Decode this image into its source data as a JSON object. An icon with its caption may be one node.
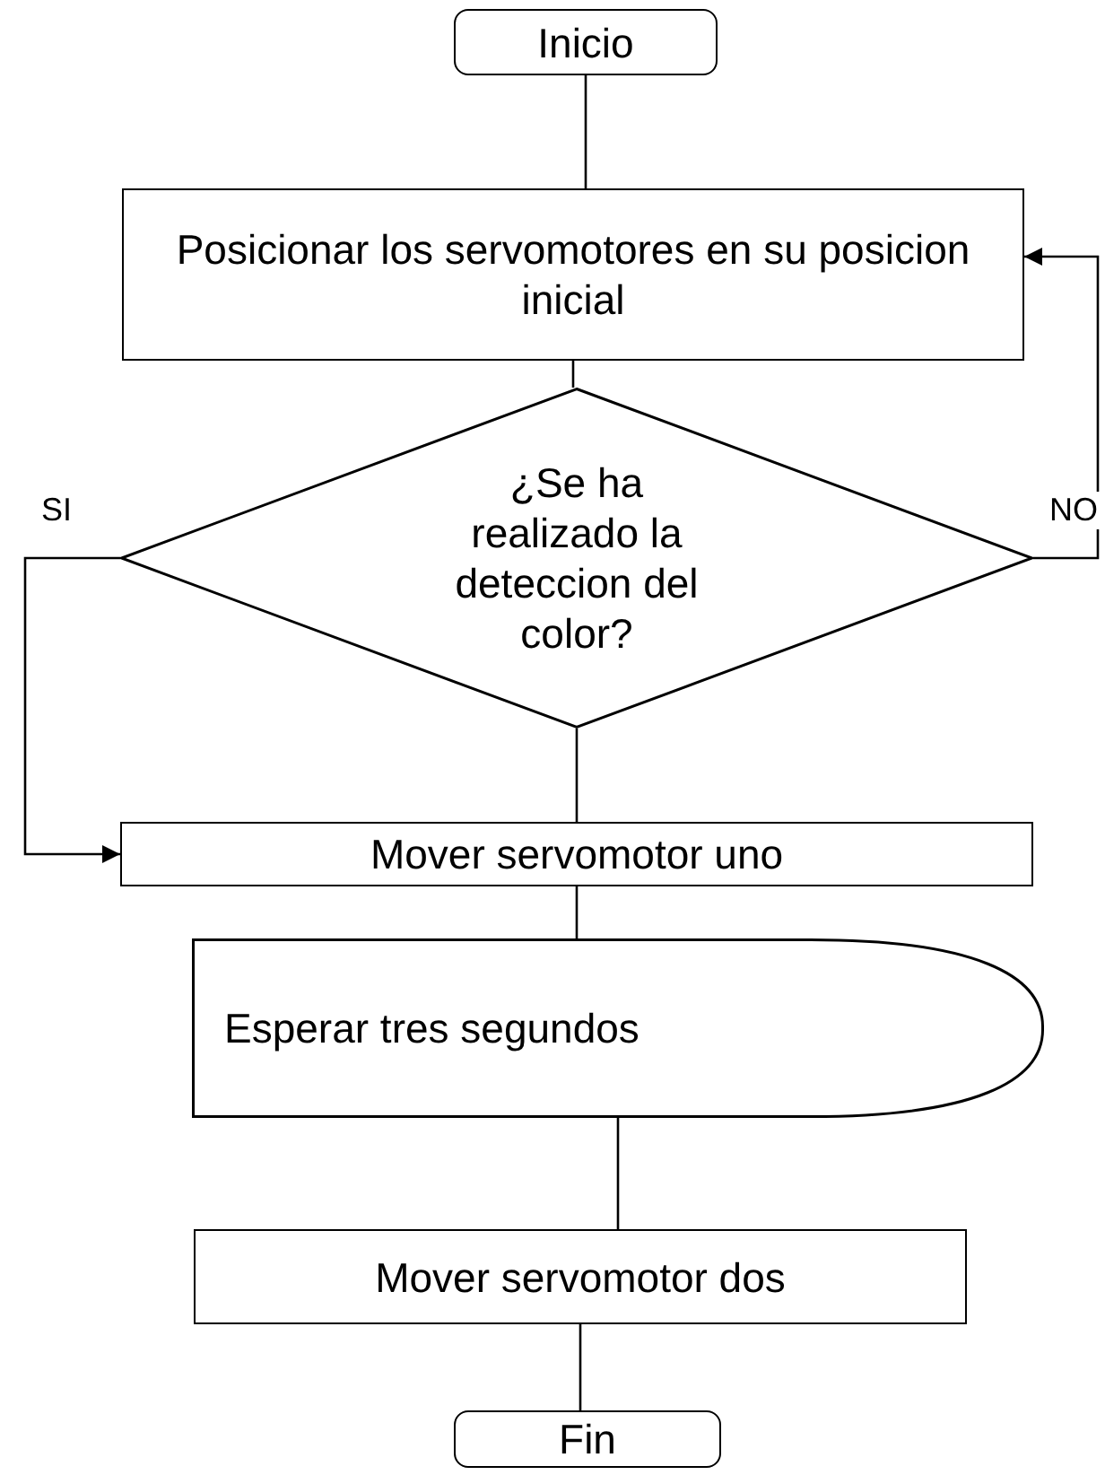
{
  "diagram": {
    "nodes": [
      {
        "text": [
          "Inicio"
        ]
      },
      {
        "text": [
          "Posicionar los servomotores en su posicion inicial"
        ]
      },
      {
        "text": [
          "¿Se ha realizado la deteccion del color?"
        ]
      },
      {
        "text": [
          "Mover servomotor uno"
        ]
      },
      {
        "text": [
          "Esperar tres segundos"
        ]
      },
      {
        "text": [
          "Mover servomotor dos"
        ]
      },
      {
        "text": [
          "Fin"
        ]
      }
    ],
    "edges": [
      {
        "from": 0,
        "to": 1,
        "arrow": "none"
      },
      {
        "from": 1,
        "to": 2,
        "arrow": "none"
      },
      {
        "from": 2,
        "to": 3,
        "arrow": "to",
        "label": "SI"
      },
      {
        "from": 2,
        "to": 3,
        "arrow": "none"
      },
      {
        "from": 3,
        "to": 4,
        "arrow": "none"
      },
      {
        "from": 4,
        "to": 5,
        "arrow": "none"
      },
      {
        "from": 5,
        "to": 6,
        "arrow": "none"
      },
      {
        "from": 2,
        "to": 1,
        "arrow": "to",
        "label": "NO"
      }
    ]
  }
}
